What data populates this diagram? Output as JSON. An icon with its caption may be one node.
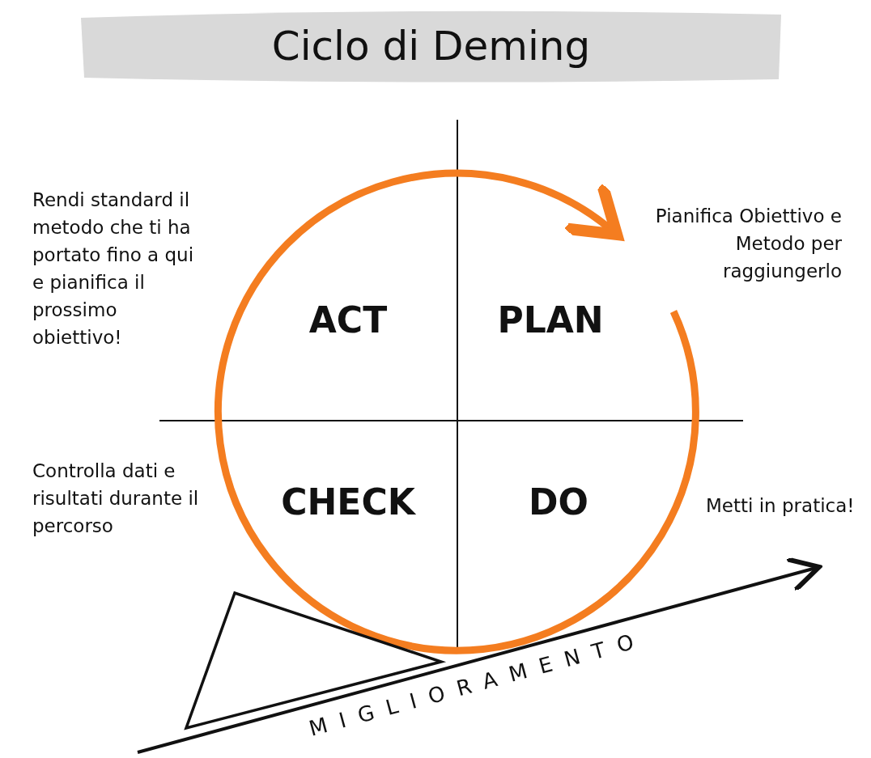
{
  "diagram": {
    "title": "Ciclo di Deming",
    "labels": [
      "Rendi standard il metodo che ti ha portato fino a qui e pianifica il prossimo obiettivo!",
      "Pianifica Obiettivo e Metodo per raggiungerlo",
      "ACT",
      "PLAN",
      "Controlla dati e risultati durante il percorso",
      "CHECK",
      "DO",
      "Metti in pratica!",
      "MIGLIORAMENTO"
    ]
  }
}
